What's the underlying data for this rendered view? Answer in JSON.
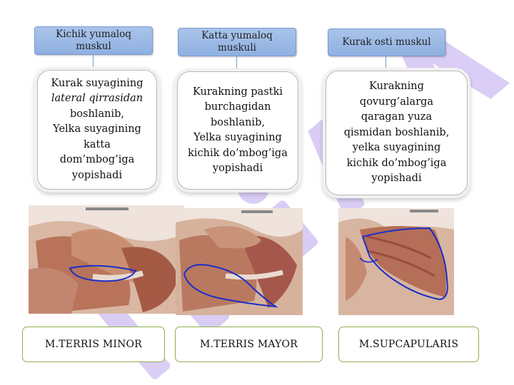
{
  "columns": [
    {
      "header_lines": [
        "Kichik yumaloq",
        "muskul"
      ],
      "desc_lines": [
        {
          "text": "Kurak suyagining"
        },
        {
          "text": "lateral qirrasidan",
          "italic": true
        },
        {
          "text": "boshlanib,"
        },
        {
          "text": "Yelka suyagining"
        },
        {
          "text": "katta"
        },
        {
          "text": "dom’mbog’iga"
        },
        {
          "text": "yopishadi"
        }
      ],
      "caption": "M.TERRIS MINOR"
    },
    {
      "header_lines": [
        "Katta yumaloq",
        "muskuli"
      ],
      "desc_lines": [
        {
          "text": "Kurakning pastki"
        },
        {
          "text": "burchagidan"
        },
        {
          "text": "boshlanib,"
        },
        {
          "text": "Yelka suyagining"
        },
        {
          "text": "kichik do’mbog’iga"
        },
        {
          "text": "yopishadi"
        }
      ],
      "caption": "M.TERRIS MAYOR"
    },
    {
      "header_lines": [
        "Kurak osti muskul"
      ],
      "desc_lines": [
        {
          "text": "Kurakning"
        },
        {
          "text": "qovurg’alarga"
        },
        {
          "text": "qaragan yuza"
        },
        {
          "text": "qismidan boshlanib,"
        },
        {
          "text": "yelka suyagining"
        },
        {
          "text": "kichik do’mbog’iga"
        },
        {
          "text": "yopishadi"
        }
      ],
      "caption": "M.SUPCAPULARIS"
    }
  ],
  "colors": {
    "header_fill": "#9dbbe6",
    "arrow": "#7b9ad0",
    "caption_border": "#8fb04a",
    "outline_marker": "#1a2fc8",
    "watermark": "#c9b6f2"
  },
  "icons": {
    "illustration_1": "anatomical-shoulder-illustration",
    "illustration_2": "anatomical-shoulder-illustration",
    "illustration_3": "anatomical-scapula-illustration"
  }
}
